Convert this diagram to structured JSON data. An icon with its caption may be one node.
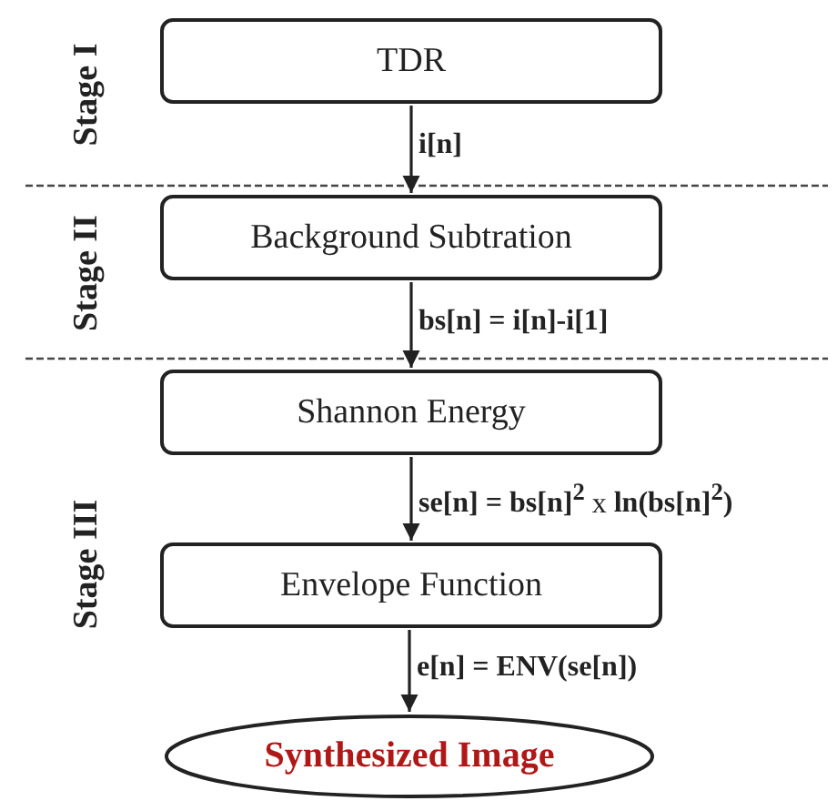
{
  "diagram": {
    "nodes": [
      {
        "text": [
          "TDR"
        ]
      },
      {
        "text": [
          "Background Subtration"
        ]
      },
      {
        "text": [
          "Shannon Energy"
        ]
      },
      {
        "text": [
          "Envelope Function"
        ]
      },
      {
        "text": [
          "Synthesized Image"
        ]
      }
    ],
    "edges": [
      {
        "from": 0,
        "to": 1,
        "arrow": "to",
        "label": "i[n]"
      },
      {
        "from": 1,
        "to": 2,
        "arrow": "to",
        "label": "bs[n] = i[n]-i[1]"
      },
      {
        "from": 2,
        "to": 3,
        "arrow": "to",
        "label": "**se[n] = bs[n]$^{2}$** x **ln(bs[n]$^{2}$)**"
      },
      {
        "from": 3,
        "to": 4,
        "arrow": "to",
        "label": "e[n] = ENV(se[n])"
      }
    ],
    "labels": [
      "Stage I",
      "Stage II",
      "Stage III"
    ]
  }
}
